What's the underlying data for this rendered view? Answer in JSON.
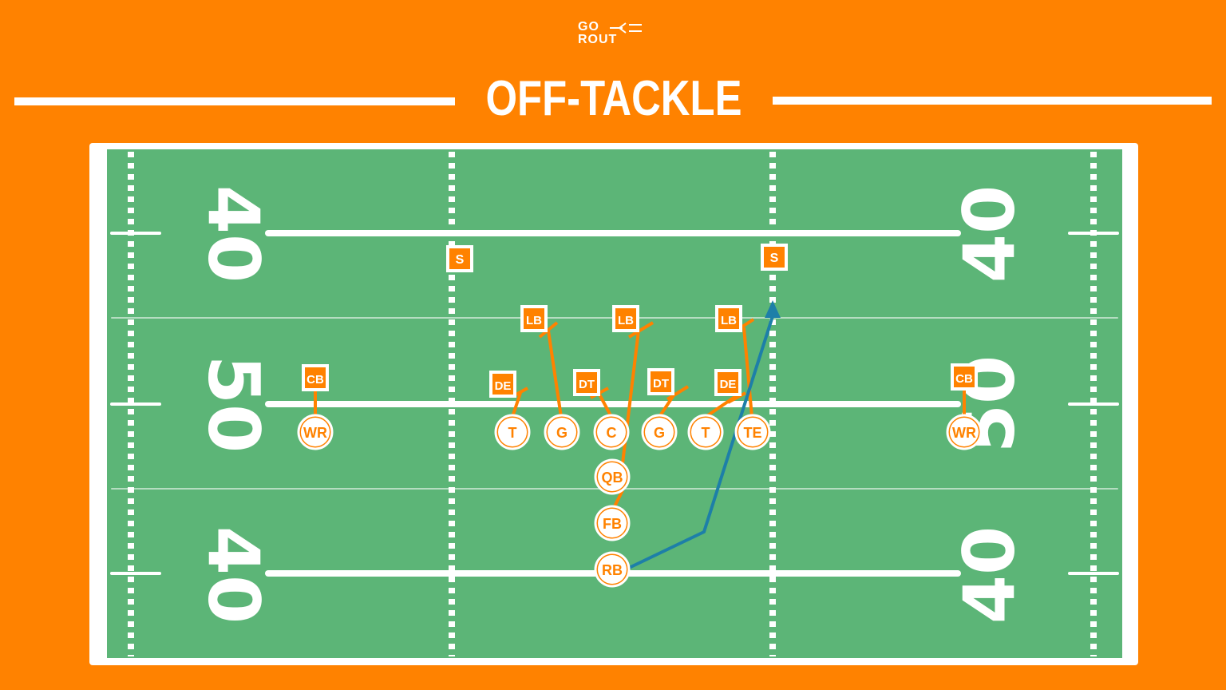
{
  "brand": {
    "logo_line1": "GO",
    "logo_line2": "ROUT"
  },
  "title": "OFF-TACKLE",
  "field": {
    "yard_numbers": [
      "40",
      "50",
      "40"
    ]
  },
  "colors": {
    "background": "#ff8200",
    "field_green": "#5cb577",
    "field_lines": "#ffffff",
    "player_orange": "#ff8200",
    "route_blue": "#1d7fa8"
  },
  "offense": [
    {
      "label": "WR"
    },
    {
      "label": "T"
    },
    {
      "label": "G"
    },
    {
      "label": "C"
    },
    {
      "label": "G"
    },
    {
      "label": "T"
    },
    {
      "label": "TE"
    },
    {
      "label": "WR"
    },
    {
      "label": "QB"
    },
    {
      "label": "FB"
    },
    {
      "label": "RB"
    }
  ],
  "defense": [
    {
      "label": "S"
    },
    {
      "label": "S"
    },
    {
      "label": "LB"
    },
    {
      "label": "LB"
    },
    {
      "label": "LB"
    },
    {
      "label": "CB"
    },
    {
      "label": "DE"
    },
    {
      "label": "DT"
    },
    {
      "label": "DT"
    },
    {
      "label": "DE"
    },
    {
      "label": "CB"
    }
  ]
}
